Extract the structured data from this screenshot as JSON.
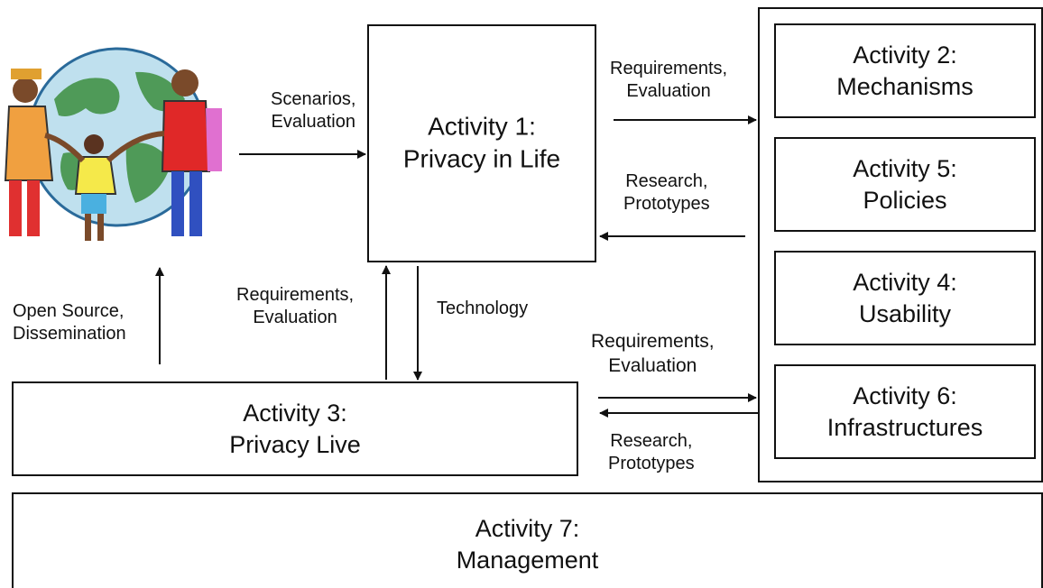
{
  "activities": {
    "a1": {
      "title": "Activity 1:",
      "name": "Privacy in Life"
    },
    "a2": {
      "title": "Activity 2:",
      "name": "Mechanisms"
    },
    "a3": {
      "title": "Activity 3:",
      "name": "Privacy Live"
    },
    "a4": {
      "title": "Activity 4:",
      "name": "Usability"
    },
    "a5": {
      "title": "Activity 5:",
      "name": "Policies"
    },
    "a6": {
      "title": "Activity 6:",
      "name": "Infrastructures"
    },
    "a7": {
      "title": "Activity 7:",
      "name": "Management"
    }
  },
  "edge_labels": {
    "scenarios": [
      "Scenarios,",
      "Evaluation"
    ],
    "req_eval_top": [
      "Requirements,",
      "Evaluation"
    ],
    "research_top": [
      "Research,",
      "Prototypes"
    ],
    "open_source": [
      "Open Source,",
      "Dissemination"
    ],
    "req_eval_mid": [
      "Requirements,",
      "Evaluation"
    ],
    "technology": [
      "Technology"
    ],
    "req_eval_bottom": [
      "Requirements,",
      "Evaluation"
    ],
    "research_bottom": [
      "Research,",
      "Prototypes"
    ]
  },
  "illustration": {
    "icon": "globe-with-people-holding-hands-icon"
  },
  "colors": {
    "line": "#111111",
    "background": "#ffffff",
    "ocean": "#bfe0ee",
    "land": "#4f9a58"
  }
}
